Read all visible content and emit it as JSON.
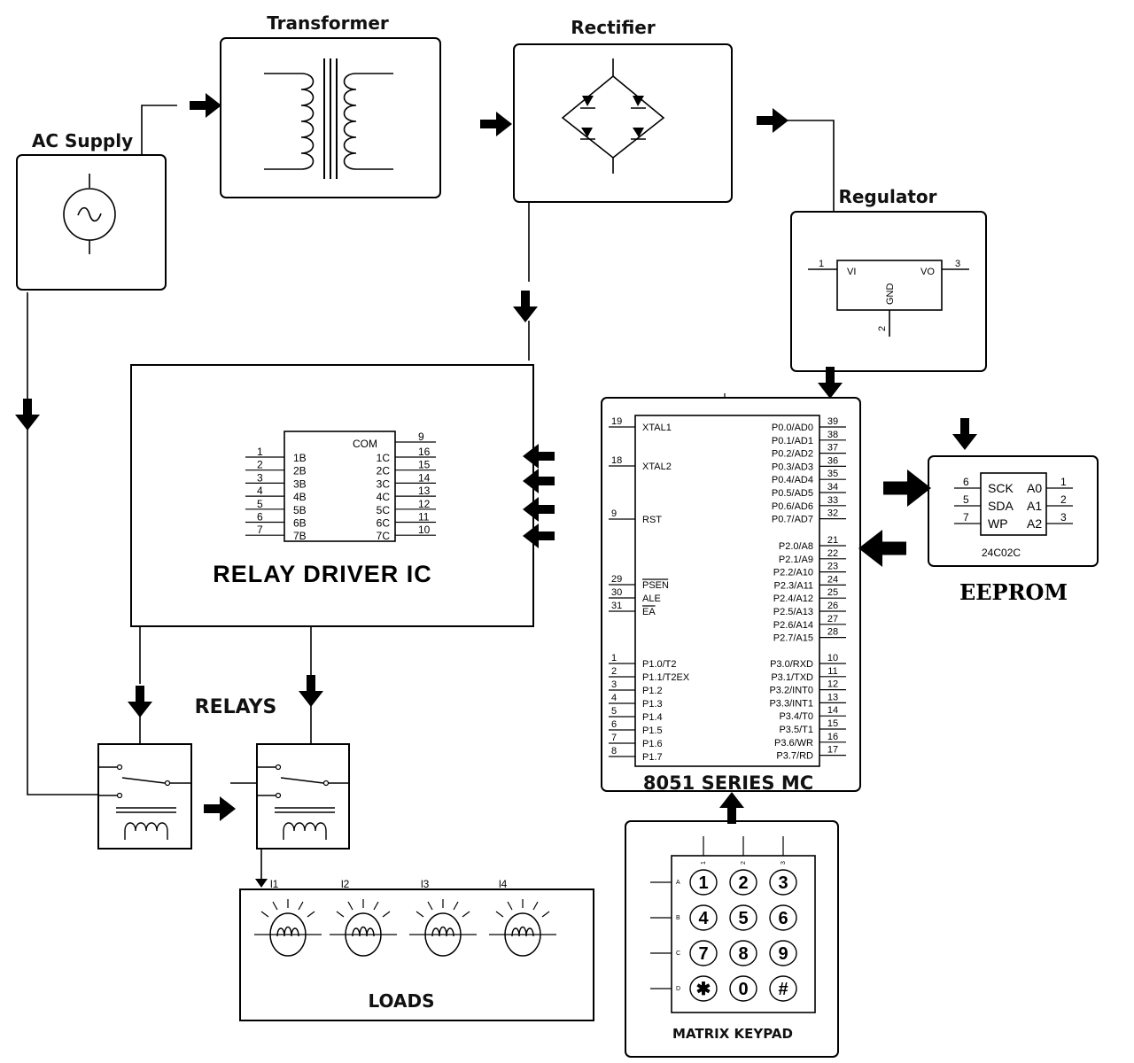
{
  "blocks": {
    "ac_supply": "AC Supply",
    "transformer": "Transformer",
    "rectifier": "Rectifier",
    "regulator": "Regulator",
    "relay_driver": "RELAY DRIVER IC",
    "relays": "RELAYS",
    "loads": "LOADS",
    "mcu": "8051 SERIES MC",
    "eeprom": "EEPROM",
    "keypad": "MATRIX KEYPAD"
  },
  "regulator": {
    "vi": "VI",
    "vo": "VO",
    "gnd": "GND",
    "pin_in": "1",
    "pin_out": "3",
    "pin_gnd": "2"
  },
  "driver": {
    "com": "COM",
    "com_pin": "9",
    "left_pins": [
      "1",
      "2",
      "3",
      "4",
      "5",
      "6",
      "7"
    ],
    "left_labels": [
      "1B",
      "2B",
      "3B",
      "4B",
      "5B",
      "6B",
      "7B"
    ],
    "right_labels": [
      "1C",
      "2C",
      "3C",
      "4C",
      "5C",
      "6C",
      "7C"
    ],
    "right_pins": [
      "16",
      "15",
      "14",
      "13",
      "12",
      "11",
      "10"
    ]
  },
  "mcu_pins": {
    "left": [
      {
        "num": "19",
        "label": "XTAL1"
      },
      {
        "num": "18",
        "label": "XTAL2"
      },
      {
        "num": "9",
        "label": "RST"
      },
      {
        "num": "29",
        "label": "PSEN"
      },
      {
        "num": "30",
        "label": "ALE"
      },
      {
        "num": "31",
        "label": "EA"
      },
      {
        "num": "1",
        "label": "P1.0/T2"
      },
      {
        "num": "2",
        "label": "P1.1/T2EX"
      },
      {
        "num": "3",
        "label": "P1.2"
      },
      {
        "num": "4",
        "label": "P1.3"
      },
      {
        "num": "5",
        "label": "P1.4"
      },
      {
        "num": "6",
        "label": "P1.5"
      },
      {
        "num": "7",
        "label": "P1.6"
      },
      {
        "num": "8",
        "label": "P1.7"
      }
    ],
    "right": [
      {
        "num": "39",
        "label": "P0.0/AD0"
      },
      {
        "num": "38",
        "label": "P0.1/AD1"
      },
      {
        "num": "37",
        "label": "P0.2/AD2"
      },
      {
        "num": "36",
        "label": "P0.3/AD3"
      },
      {
        "num": "35",
        "label": "P0.4/AD4"
      },
      {
        "num": "34",
        "label": "P0.5/AD5"
      },
      {
        "num": "33",
        "label": "P0.6/AD6"
      },
      {
        "num": "32",
        "label": "P0.7/AD7"
      },
      {
        "num": "21",
        "label": "P2.0/A8"
      },
      {
        "num": "22",
        "label": "P2.1/A9"
      },
      {
        "num": "23",
        "label": "P2.2/A10"
      },
      {
        "num": "24",
        "label": "P2.3/A11"
      },
      {
        "num": "25",
        "label": "P2.4/A12"
      },
      {
        "num": "26",
        "label": "P2.5/A13"
      },
      {
        "num": "27",
        "label": "P2.6/A14"
      },
      {
        "num": "28",
        "label": "P2.7/A15"
      },
      {
        "num": "10",
        "label": "P3.0/RXD"
      },
      {
        "num": "11",
        "label": "P3.1/TXD"
      },
      {
        "num": "12",
        "label": "P3.2/INT0"
      },
      {
        "num": "13",
        "label": "P3.3/INT1"
      },
      {
        "num": "14",
        "label": "P3.4/T0"
      },
      {
        "num": "15",
        "label": "P3.5/T1"
      },
      {
        "num": "16",
        "label": "P3.6/WR"
      },
      {
        "num": "17",
        "label": "P3.7/RD"
      }
    ]
  },
  "eeprom_chip": {
    "part": "24C02C",
    "left_pins": [
      {
        "num": "6",
        "label": "SCK"
      },
      {
        "num": "5",
        "label": "SDA"
      },
      {
        "num": "7",
        "label": "WP"
      }
    ],
    "right_pins": [
      {
        "num": "1",
        "label": "A0"
      },
      {
        "num": "2",
        "label": "A1"
      },
      {
        "num": "3",
        "label": "A2"
      }
    ]
  },
  "loads_labels": [
    "l1",
    "l2",
    "l3",
    "l4"
  ],
  "keypad": {
    "cols": [
      "1",
      "2",
      "3"
    ],
    "rows": [
      "A",
      "B",
      "C",
      "D"
    ],
    "keys": [
      [
        "1",
        "2",
        "3"
      ],
      [
        "4",
        "5",
        "6"
      ],
      [
        "7",
        "8",
        "9"
      ],
      [
        "✱",
        "0",
        "#"
      ]
    ]
  }
}
